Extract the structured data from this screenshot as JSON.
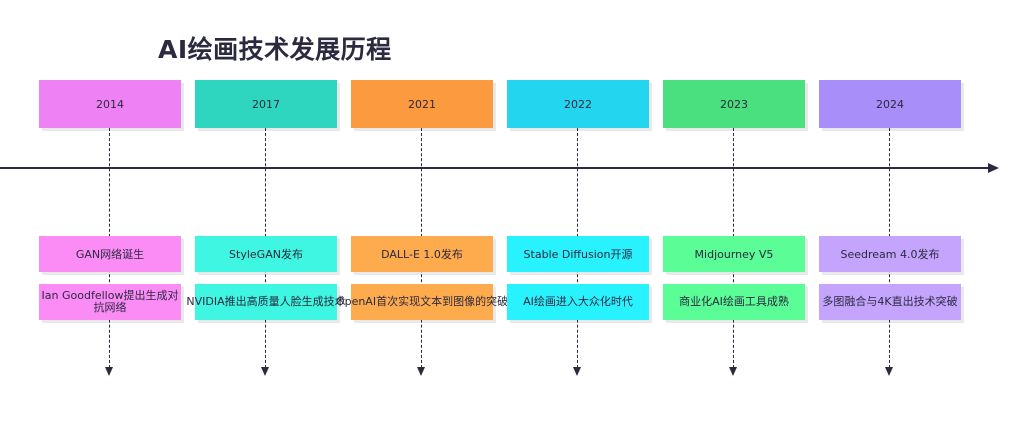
{
  "title": "AI绘画技术发展历程",
  "timeline": [
    {
      "year": "2014",
      "event": "GAN网络诞生",
      "desc": "Ian Goodfellow提出生成对抗网络",
      "year_color": "#ee82f4",
      "event_color": "#fb8cf6"
    },
    {
      "year": "2017",
      "event": "StyleGAN发布",
      "desc": "NVIDIA推出高质量人脸生成技术",
      "year_color": "#2ed6c0",
      "event_color": "#3ef6e2"
    },
    {
      "year": "2021",
      "event": "DALL-E 1.0发布",
      "desc": "OpenAI首次实现文本到图像的突破",
      "year_color": "#fc9a40",
      "event_color": "#feab4e"
    },
    {
      "year": "2022",
      "event": "Stable Diffusion开源",
      "desc": "AI绘画进入大众化时代",
      "year_color": "#24d5f0",
      "event_color": "#27f2fe"
    },
    {
      "year": "2023",
      "event": "Midjourney V5",
      "desc": "商业化AI绘画工具成熟",
      "year_color": "#4ae080",
      "event_color": "#5afd96"
    },
    {
      "year": "2024",
      "event": "Seedream 4.0发布",
      "desc": "多图融合与4K直出技术突破",
      "year_color": "#a88ef8",
      "event_color": "#c5a4fe"
    }
  ]
}
